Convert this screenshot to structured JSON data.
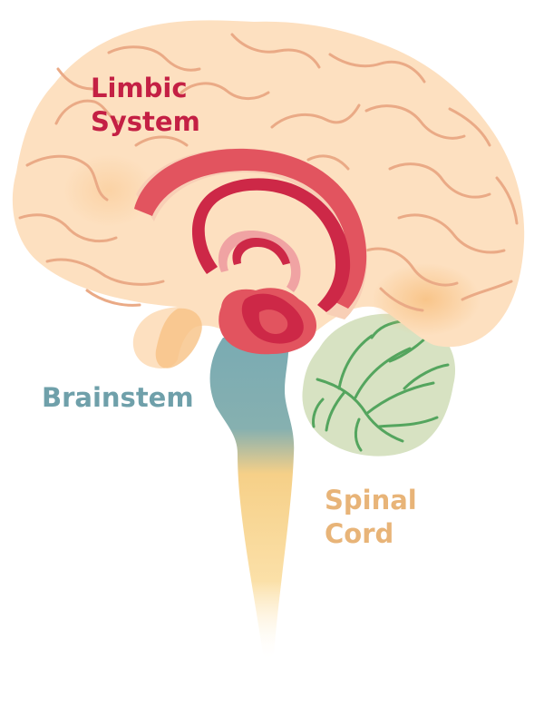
{
  "labels": {
    "limbic": {
      "line1": "Limbic",
      "line2": "System",
      "color": "#c42044"
    },
    "brainstem": {
      "text": "Brainstem",
      "color": "#6fa0aa"
    },
    "spinal": {
      "line1": "Spinal",
      "line2": "Cord",
      "color": "#e8b478"
    }
  },
  "colors": {
    "cerebrum_fill": "#fde0c0",
    "cerebrum_sulcus": "#eaaa86",
    "cerebrum_shade": "#f8c284",
    "limbic_outer": "#e2545f",
    "limbic_inner": "#cd2847",
    "limbic_pale": "#f5b4b0",
    "brainstem": "#7aabb3",
    "spinal_cord": "#f7d080",
    "cerebellum_fill": "#d7e2c2",
    "cerebellum_veins": "#54a55e"
  }
}
